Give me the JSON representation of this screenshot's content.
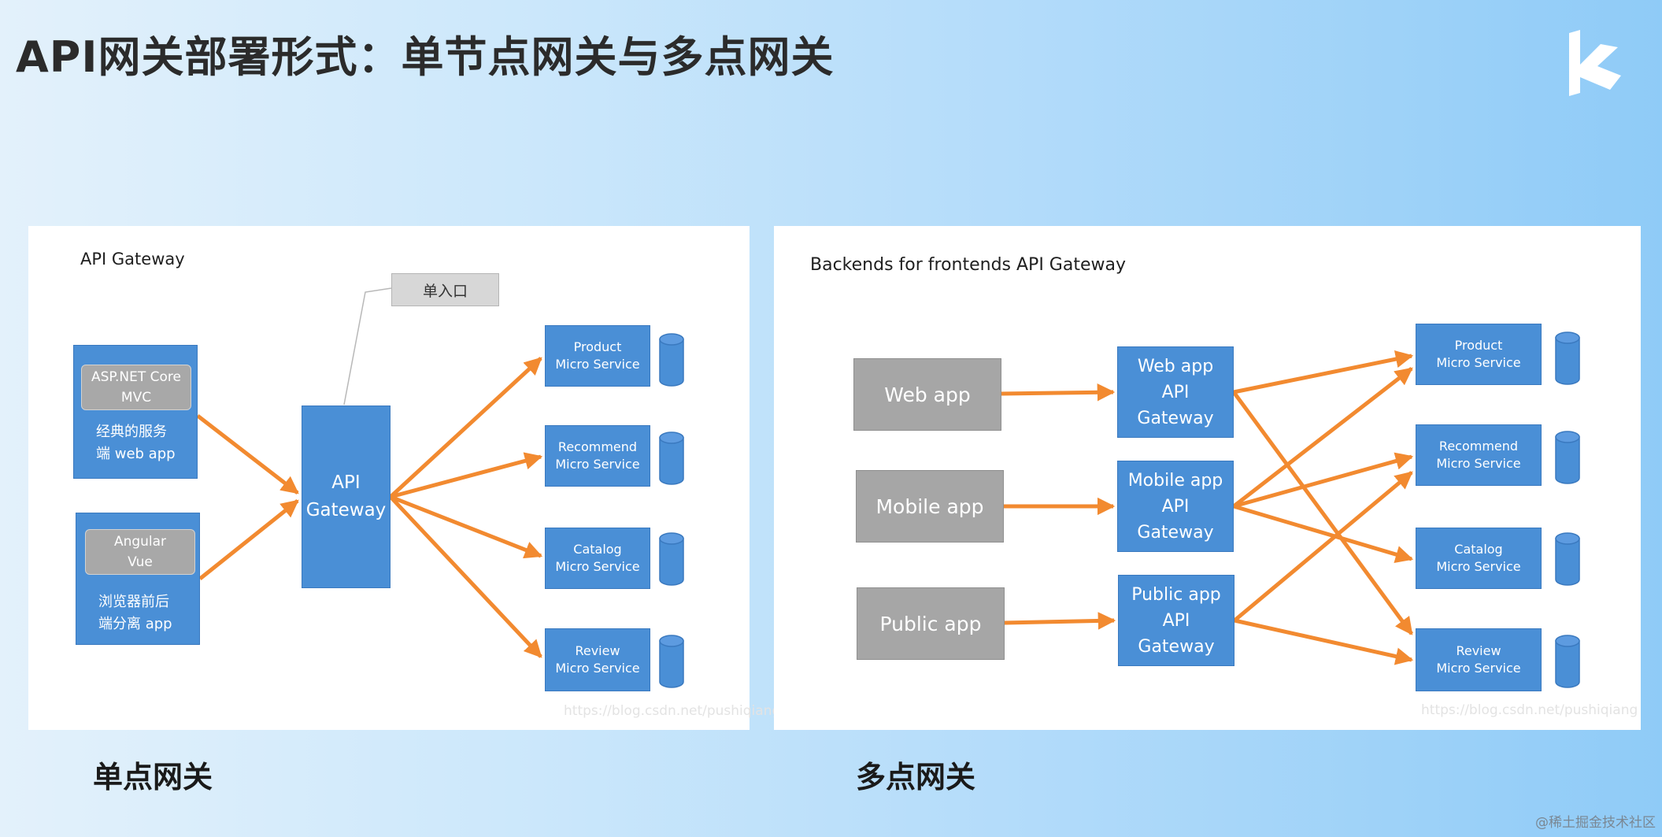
{
  "page": {
    "title": "API网关部署形式：单节点网关与多点网关",
    "logo_icon": "k-logo-icon",
    "credit": "@稀土掘金技术社区",
    "accent_color": "#f28a30",
    "box_color": "#4a8fd6",
    "client_color": "#a6a6a6"
  },
  "left": {
    "heading": "API Gateway",
    "watermark": "https://blog.csdn.net/pushiqiang",
    "caption": "单点网关",
    "callout": "单入口",
    "clients": [
      {
        "inner": [
          "ASP.NET Core",
          "MVC"
        ],
        "desc": [
          "经典的服务",
          "端 web app"
        ]
      },
      {
        "inner": [
          "Angular",
          "Vue"
        ],
        "desc": [
          "浏览器前后",
          "端分离 app"
        ]
      }
    ],
    "gateway": [
      "API",
      "Gateway"
    ],
    "services": [
      [
        "Product",
        "Micro Service"
      ],
      [
        "Recommend",
        "Micro Service"
      ],
      [
        "Catalog",
        "Micro Service"
      ],
      [
        "Review",
        "Micro Service"
      ]
    ]
  },
  "right": {
    "heading": "Backends for frontends API Gateway",
    "watermark": "https://blog.csdn.net/pushiqiang",
    "caption": "多点网关",
    "clients": [
      "Web app",
      "Mobile app",
      "Public app"
    ],
    "gateways": [
      [
        "Web app",
        "API",
        "Gateway"
      ],
      [
        "Mobile app",
        "API",
        "Gateway"
      ],
      [
        "Public app",
        "API",
        "Gateway"
      ]
    ],
    "services": [
      [
        "Product",
        "Micro Service"
      ],
      [
        "Recommend",
        "Micro Service"
      ],
      [
        "Catalog",
        "Micro Service"
      ],
      [
        "Review",
        "Micro Service"
      ]
    ]
  }
}
